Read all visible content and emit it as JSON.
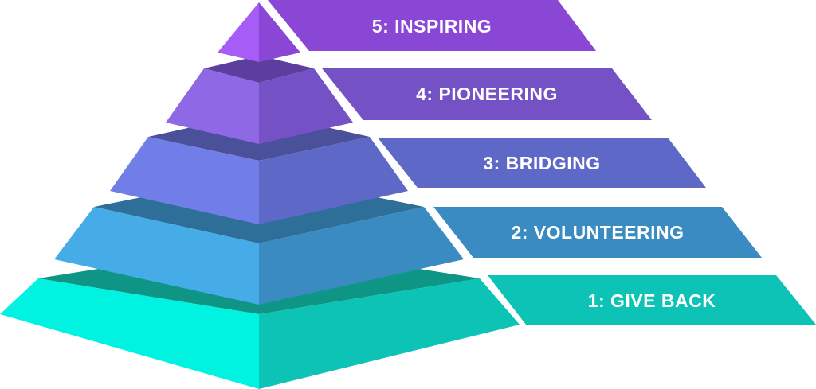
{
  "diagram": {
    "type": "pyramid",
    "levels": [
      {
        "label": "1: GIVE BACK",
        "color_front": "#00F2E0",
        "color_side": "#0DC3B5",
        "color_top": "#0E9585",
        "color_band": "#0DC3B5"
      },
      {
        "label": "2: VOLUNTEERING",
        "color_front": "#45ACE8",
        "color_side": "#3A8BC1",
        "color_top": "#2D6F98",
        "color_band": "#3A8BC1"
      },
      {
        "label": "3: BRIDGING",
        "color_front": "#727EE8",
        "color_side": "#5E68C6",
        "color_top": "#4A509A",
        "color_band": "#5E68C6"
      },
      {
        "label": "4: PIONEERING",
        "color_front": "#8F68E6",
        "color_side": "#7452C6",
        "color_top": "#5B3E9E",
        "color_band": "#7452C6"
      },
      {
        "label": "5: INSPIRING",
        "color_front": "#A65CF7",
        "color_side": "#8A47D6",
        "color_top": "#8A47D6",
        "color_band": "#8A47D6"
      }
    ]
  }
}
